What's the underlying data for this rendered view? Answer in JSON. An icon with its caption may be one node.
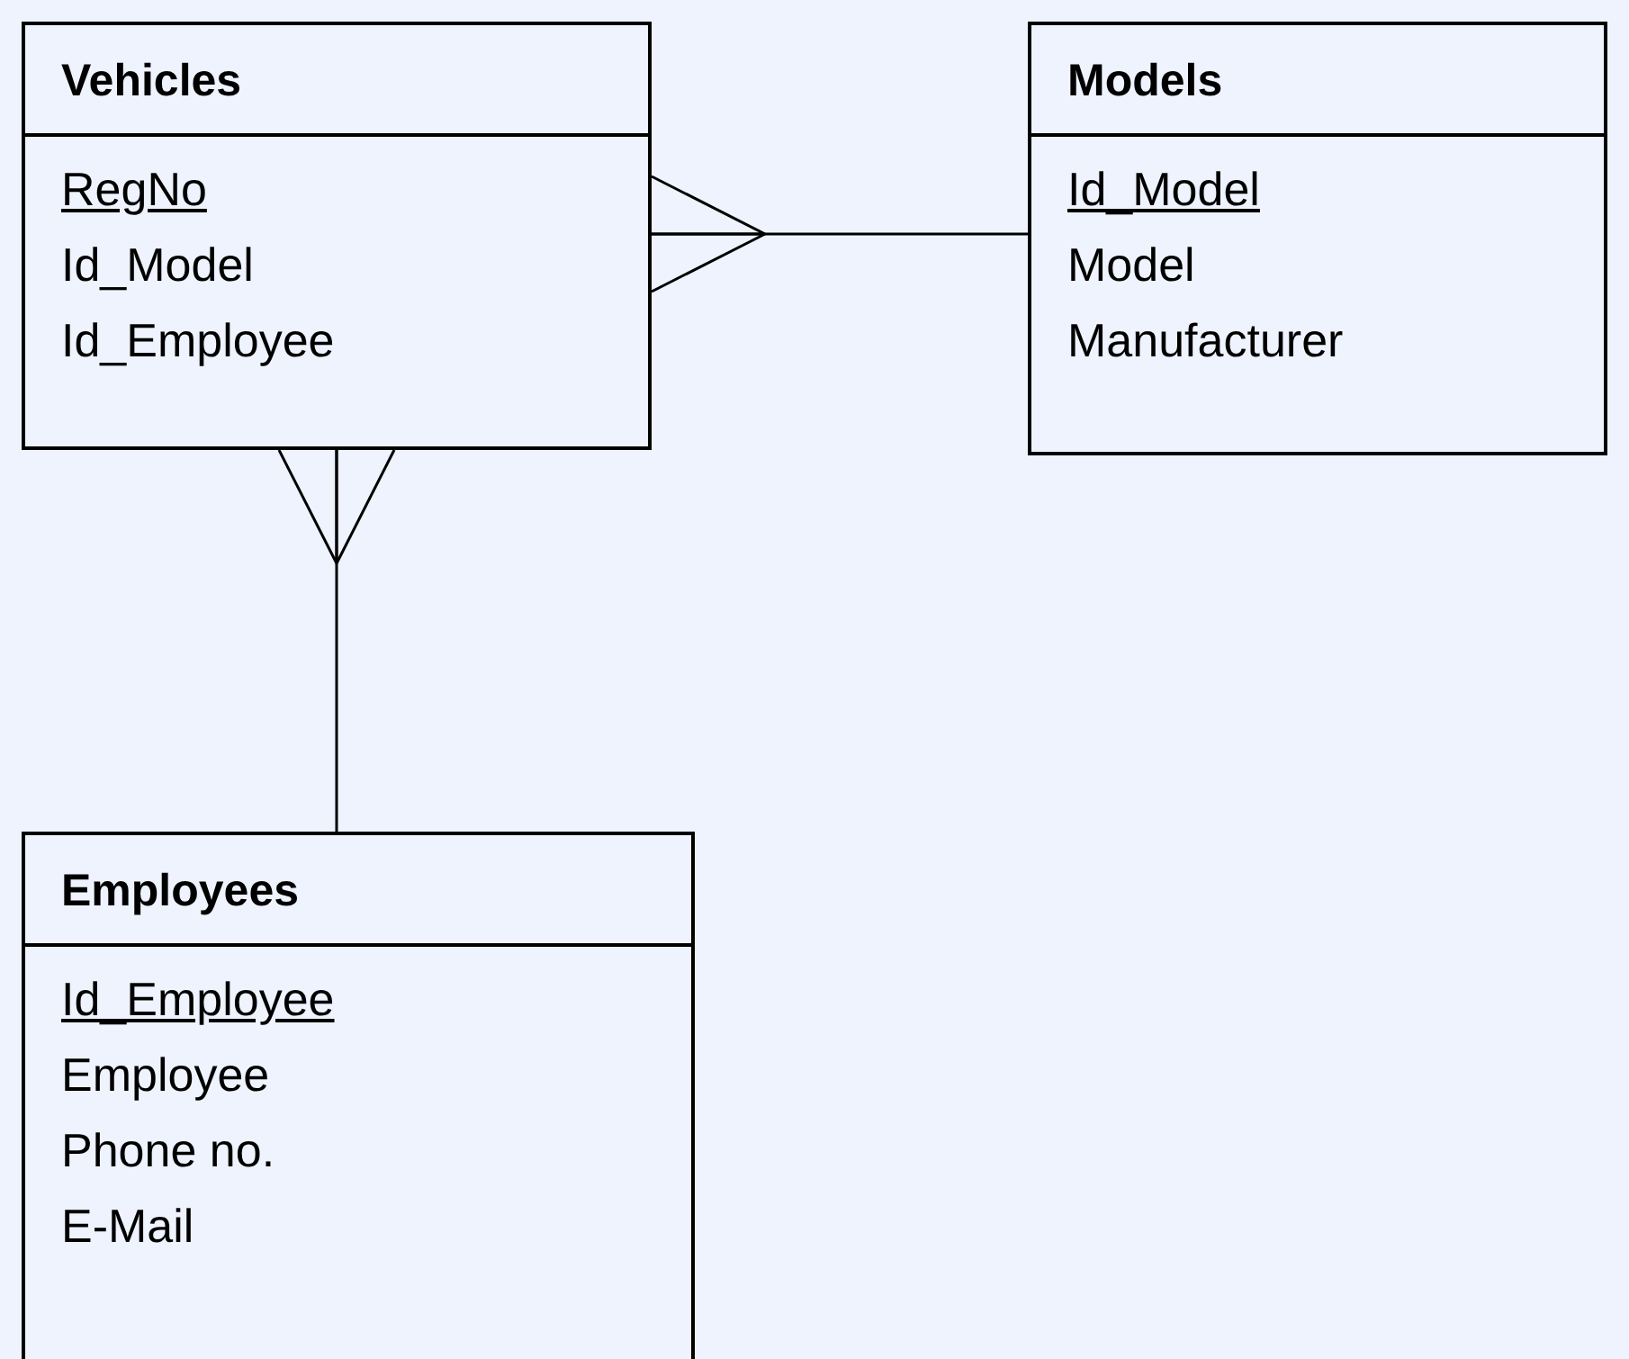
{
  "diagram": {
    "nodes": [
      {
        "text": [
          "Vehicles",
          "RegNo",
          "Id_Model",
          "Id_Employee"
        ]
      },
      {
        "text": [
          "Models",
          "Id_Model",
          "Model",
          "Manufacturer"
        ]
      },
      {
        "text": [
          "Employees",
          "Id_Employee",
          "Employee",
          "Phone no.",
          "E-Mail"
        ]
      }
    ],
    "edges": [
      {
        "from": 1,
        "to": 0,
        "arrow": "other"
      },
      {
        "from": 2,
        "to": 0,
        "arrow": "other"
      }
    ]
  }
}
